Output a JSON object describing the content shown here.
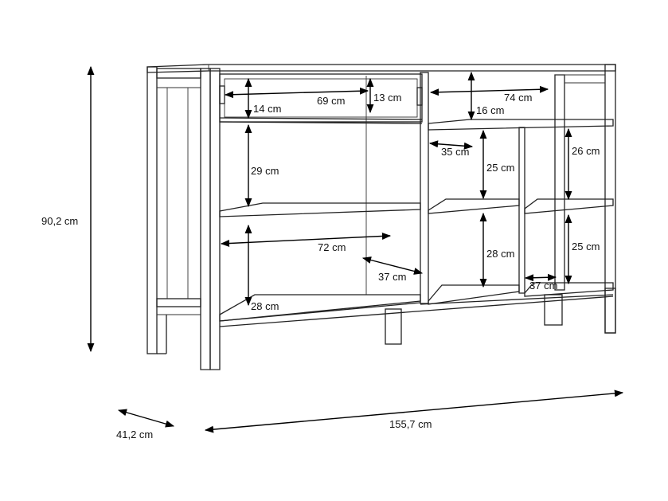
{
  "dimensions": {
    "height_total": "90,2 cm",
    "depth_total": "41,2 cm",
    "width_total": "155,7 cm",
    "drawer_height": "14 cm",
    "drawer_width": "69 cm",
    "drawer_depth": "13 cm",
    "left_upper_height": "29 cm",
    "left_lower_width": "72 cm",
    "left_lower_depth": "37 cm",
    "left_lower_height": "28 cm",
    "top_right_width": "74 cm",
    "top_right_height": "16 cm",
    "mid_cell_width": "35 cm",
    "mid_upper_height": "25 cm",
    "mid_lower_height": "28 cm",
    "right_upper_height": "26 cm",
    "right_lower_height": "25 cm",
    "right_lower_depth": "37 cm"
  }
}
